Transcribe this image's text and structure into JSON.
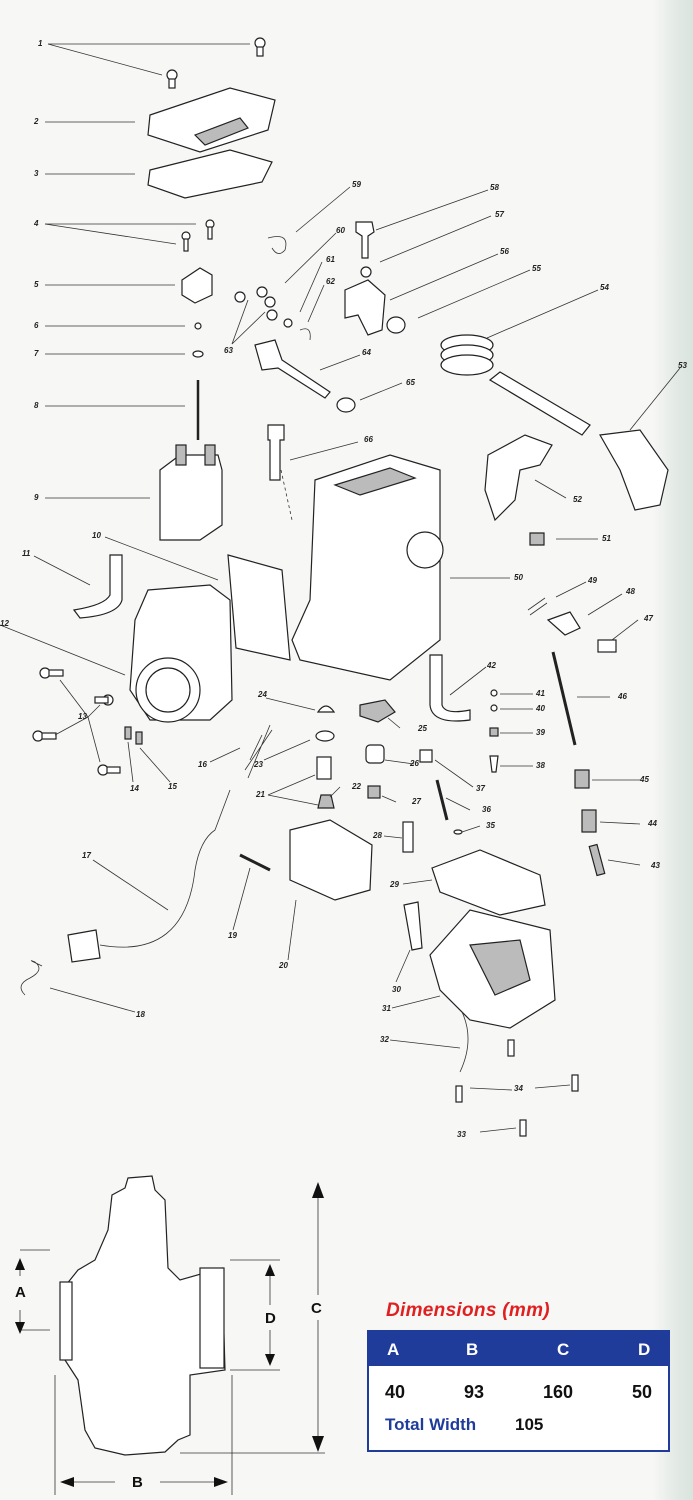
{
  "callouts": [
    "1",
    "2",
    "3",
    "4",
    "5",
    "6",
    "7",
    "8",
    "9",
    "10",
    "11",
    "12",
    "13",
    "14",
    "15",
    "16",
    "17",
    "18",
    "19",
    "20",
    "21",
    "22",
    "23",
    "24",
    "25",
    "26",
    "27",
    "28",
    "29",
    "30",
    "31",
    "32",
    "33",
    "34",
    "35",
    "36",
    "37",
    "38",
    "39",
    "40",
    "41",
    "42",
    "43",
    "44",
    "45",
    "46",
    "47",
    "48",
    "49",
    "50",
    "51",
    "52",
    "53",
    "54",
    "55",
    "56",
    "57",
    "58",
    "59",
    "60",
    "61",
    "62",
    "63",
    "64",
    "65",
    "66"
  ],
  "drawing": {
    "label_a": "A",
    "label_b": "B",
    "label_c": "C",
    "label_d": "D"
  },
  "dimensions": {
    "title": "Dimensions (mm)",
    "headers": [
      "A",
      "B",
      "C",
      "D"
    ],
    "values": [
      "40",
      "93",
      "160",
      "50"
    ],
    "total_width_label": "Total Width",
    "total_width_value": "105"
  },
  "colors": {
    "table_blue": "#1f3c9a",
    "title_red": "#e02020"
  }
}
